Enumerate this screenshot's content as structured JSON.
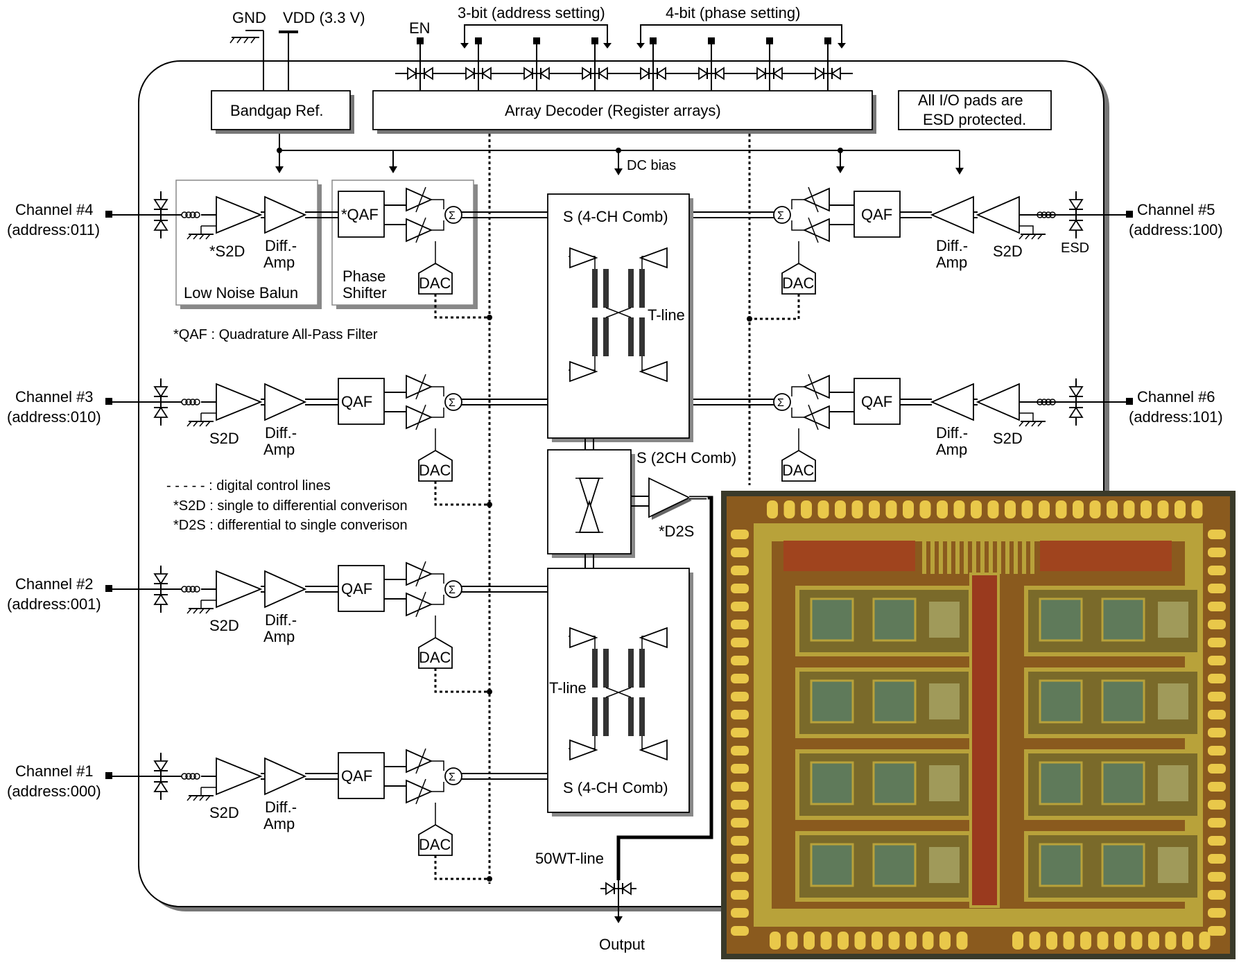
{
  "power": {
    "gnd": "GND",
    "vdd": "VDD (3.3 V)"
  },
  "top_controls": {
    "en": "EN",
    "address_bits": "3-bit (address setting)",
    "phase_bits": "4-bit (phase setting)"
  },
  "blocks": {
    "bandgap": "Bandgap Ref.",
    "decoder": "Array Decoder  (Register arrays)",
    "esd_note_line1": "All I/O pads are",
    "esd_note_line2": "ESD protected.",
    "dc_bias": "DC bias",
    "comb4_top": "S (4-CH Comb)",
    "comb4_bottom": "S (4-CH Comb)",
    "comb2": "S (2CH Comb)",
    "d2s": "*D2S",
    "tline_top": "T-line",
    "tline_bottom": "T-line",
    "tline_50": "50WT-line",
    "output": "Output",
    "esd": "ESD"
  },
  "left_channels": [
    {
      "name": "Channel #4",
      "address": "(address:011)",
      "s2d": "*S2D",
      "qaf": "*QAF"
    },
    {
      "name": "Channel #3",
      "address": "(address:010)",
      "s2d": "S2D",
      "qaf": "QAF"
    },
    {
      "name": "Channel #2",
      "address": "(address:001)",
      "s2d": "S2D",
      "qaf": "QAF"
    },
    {
      "name": "Channel #1",
      "address": "(address:000)",
      "s2d": "S2D",
      "qaf": "QAF"
    }
  ],
  "right_channels": [
    {
      "name": "Channel #5",
      "address": "(address:100)",
      "s2d": "S2D",
      "qaf": "QAF"
    },
    {
      "name": "Channel #6",
      "address": "(address:101)",
      "s2d": "S2D",
      "qaf": "QAF"
    }
  ],
  "common": {
    "diff_amp_1": "Diff.-",
    "diff_amp_2": "Amp",
    "dac": "DAC",
    "sigma": "Σ",
    "low_noise_balun": "Low Noise Balun",
    "phase_shifter_1": "Phase",
    "phase_shifter_2": "Shifter"
  },
  "legend": {
    "qaf_note": "*QAF : Quadrature All-Pass Filter",
    "dash_key": "- - - - - : digital control lines",
    "s2d_note": "*S2D : single to differential converison",
    "d2s_note": "*D2S : differential to single converison"
  },
  "colors": {
    "die_bg": "#8a5a1e",
    "die_metal": "#b8a23a",
    "die_pad": "#e9c84a",
    "die_frame": "#3a3a2a"
  }
}
